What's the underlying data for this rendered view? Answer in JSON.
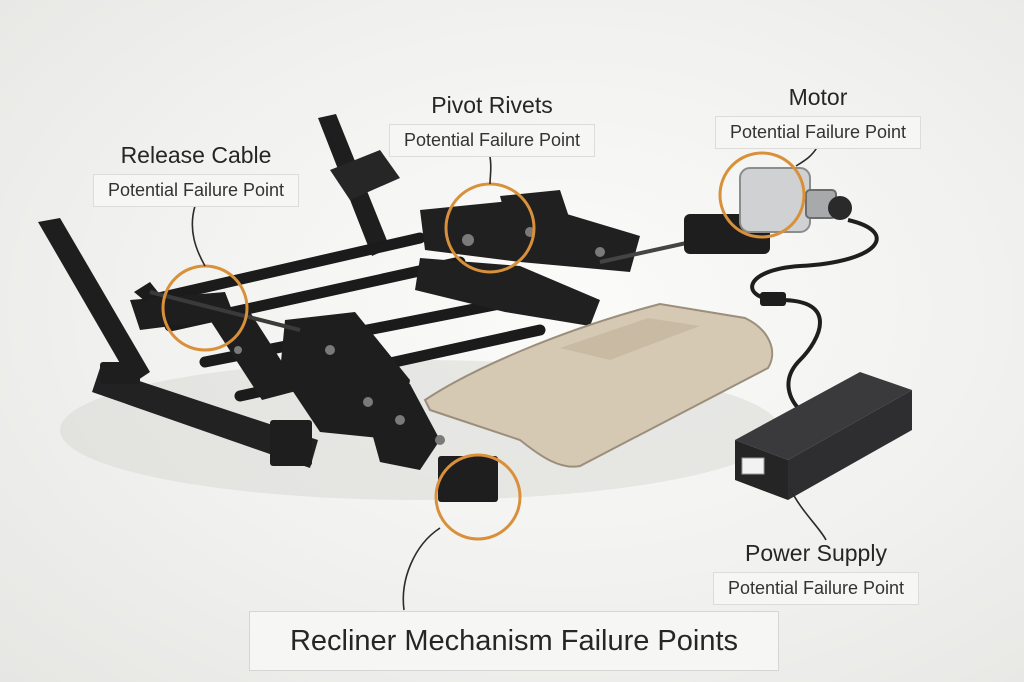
{
  "title": "Recliner Mechanism Failure Points",
  "callouts": [
    {
      "label": "Release Cable",
      "note": "Potential Failure Point"
    },
    {
      "label": "Pivot Rivets",
      "note": "Potential Failure Point"
    },
    {
      "label": "Motor",
      "note": "Potential Failure Point"
    },
    {
      "label": "Power Supply",
      "note": "Potential Failure Point"
    }
  ],
  "colors": {
    "highlight_ring": "#d9903a",
    "frame_metal": "#1e1e1e",
    "footrest_fabric": "#d6c9b4",
    "leader_line": "#2b2b2b"
  }
}
